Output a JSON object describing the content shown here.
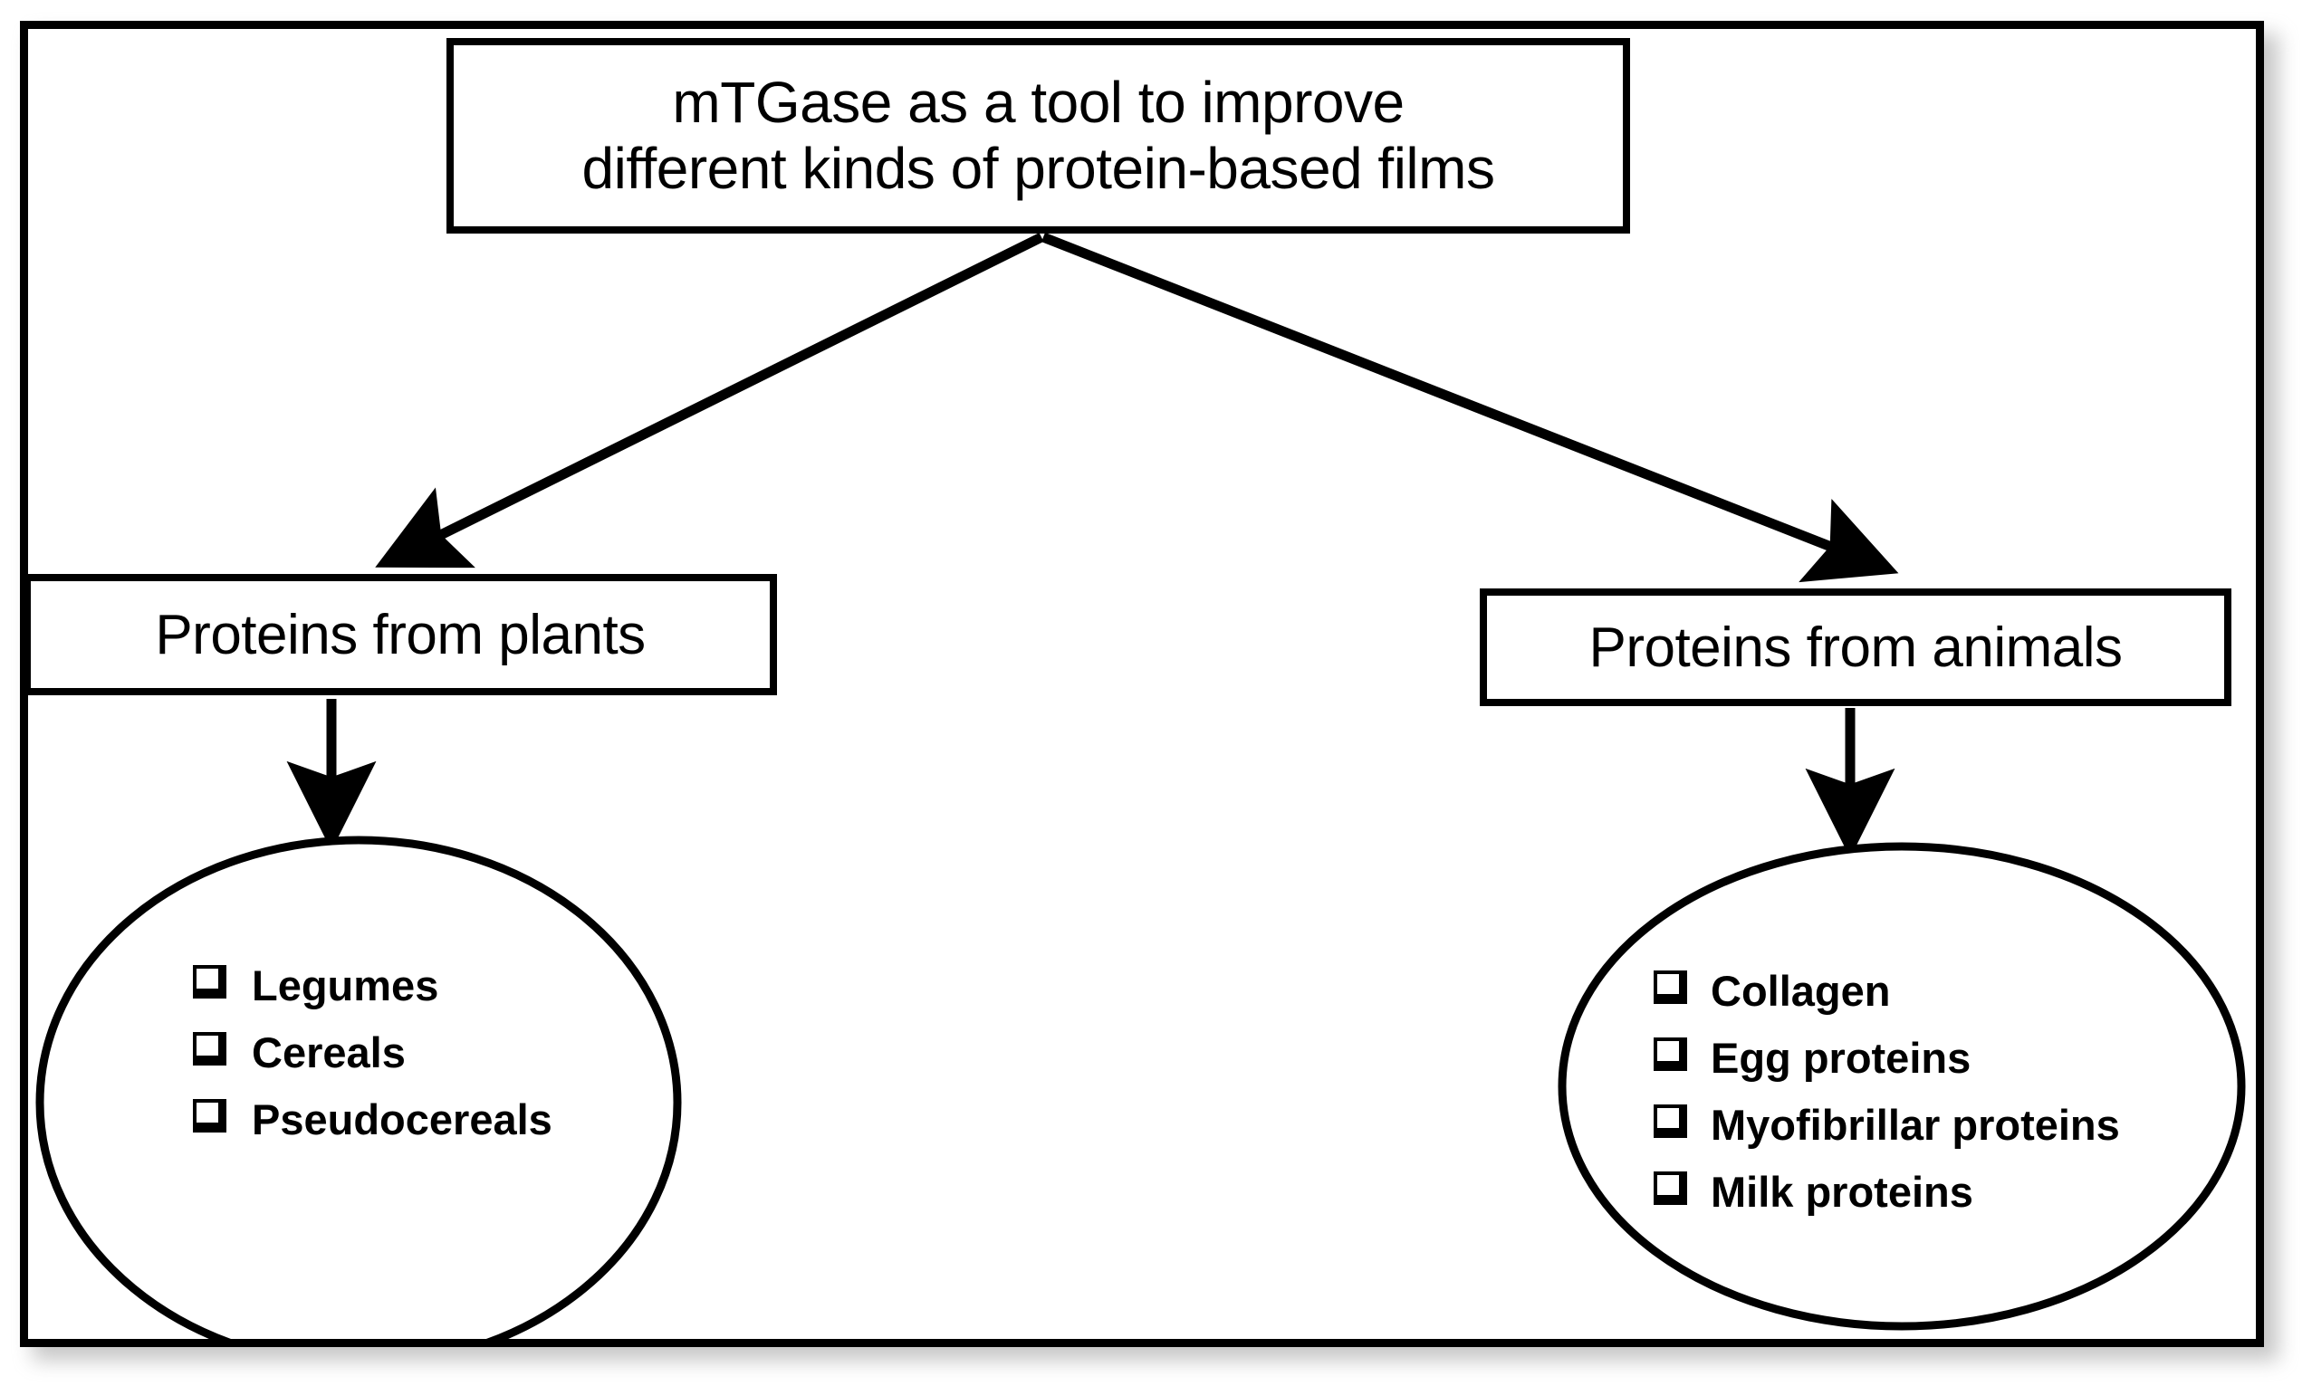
{
  "figure": {
    "name": "mTGase protein-based films flow diagram",
    "frame_border_color": "#000000",
    "background_color": "#ffffff",
    "text_color": "#000000"
  },
  "title_box": {
    "line1": "mTGase as a tool to improve",
    "line2": "different kinds of protein-based films"
  },
  "branches": [
    {
      "id": "plants",
      "heading": "Proteins from plants",
      "items": [
        {
          "bullet": "checkbox-square-icon",
          "label": "Legumes"
        },
        {
          "bullet": "checkbox-square-icon",
          "label": "Cereals"
        },
        {
          "bullet": "checkbox-square-icon",
          "label": "Pseudocereals"
        }
      ]
    },
    {
      "id": "animals",
      "heading": "Proteins from animals",
      "items": [
        {
          "bullet": "checkbox-square-icon",
          "label": "Collagen"
        },
        {
          "bullet": "checkbox-square-icon",
          "label": "Egg proteins"
        },
        {
          "bullet": "checkbox-square-icon",
          "label": "Myofibrillar proteins"
        },
        {
          "bullet": "checkbox-square-icon",
          "label": "Milk proteins"
        }
      ]
    }
  ],
  "connectors": [
    {
      "name": "arrow-title-to-plants",
      "style": "diagonal-arrow-down-left"
    },
    {
      "name": "arrow-title-to-animals",
      "style": "diagonal-arrow-down-right"
    },
    {
      "name": "arrow-plants-to-ellipse",
      "style": "vertical-arrow-down"
    },
    {
      "name": "arrow-animals-to-ellipse",
      "style": "vertical-arrow-down"
    }
  ]
}
